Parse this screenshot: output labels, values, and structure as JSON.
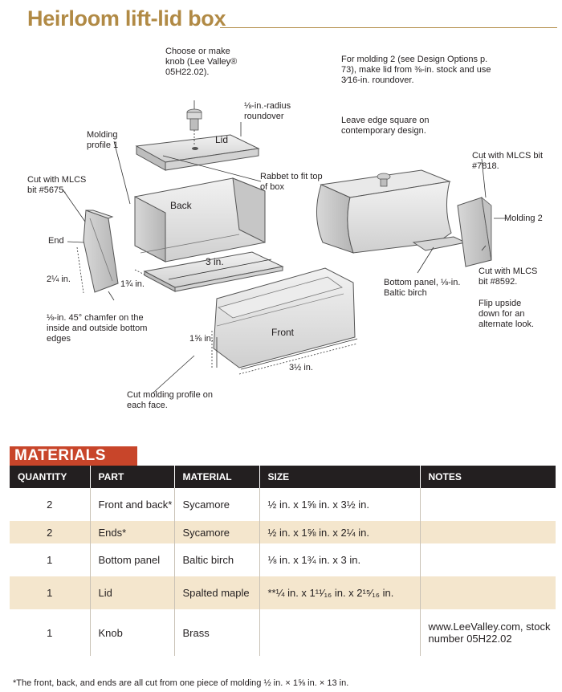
{
  "title": "Heirloom lift-lid box",
  "diagram": {
    "labels": {
      "knob": "Choose or make knob (Lee Valley® 05H22.02).",
      "roundover": "⅛-in.-radius roundover",
      "lid": "Lid",
      "molding_profile_1": "Molding profile 1",
      "rabbet": "Rabbet to fit top of box",
      "mlcs_5675": "Cut with MLCS bit #5675.",
      "back": "Back",
      "end": "End",
      "dim_2_1_4": "2¼ in.",
      "dim_1_3_4": "1¾ in.",
      "dim_3": "3 in.",
      "chamfer": "⅛-in. 45° chamfer on the inside and outside bottom edges",
      "dim_1_5_8": "1⅝ in.",
      "front": "Front",
      "dim_3_1_2": "3½ in.",
      "cut_profile": "Cut molding profile on each face.",
      "molding_2_note": "For molding 2 (see Design Options p. 73), make lid from ⅜-in. stock and use 3⁄16-in. roundover.",
      "edge_square": "Leave edge square on contemporary design.",
      "mlcs_7818": "Cut with MLCS bit #7818.",
      "molding_2": "Molding 2",
      "bottom_panel": "Bottom panel, ⅛-in. Baltic birch",
      "mlcs_8592": "Cut with MLCS bit #8592.",
      "flip": "Flip upside down for an alternate look."
    }
  },
  "materials": {
    "heading": "MATERIALS",
    "columns": [
      "QUANTITY",
      "PART",
      "MATERIAL",
      "SIZE",
      "NOTES"
    ],
    "rows": [
      {
        "quantity": "2",
        "part": "Front and back*",
        "material": "Sycamore",
        "size": "½ in. x 1⅝ in. x 3½ in.",
        "notes": ""
      },
      {
        "quantity": "2",
        "part": "Ends*",
        "material": "Sycamore",
        "size": "½ in. x 1⅝ in. x 2¼ in.",
        "notes": ""
      },
      {
        "quantity": "1",
        "part": "Bottom panel",
        "material": "Baltic birch",
        "size": "⅛ in. x 1¾ in. x 3 in.",
        "notes": ""
      },
      {
        "quantity": "1",
        "part": "Lid",
        "material": "Spalted maple",
        "size": "**¼ in. x 1¹¹⁄₁₆ in. x 2¹⁵⁄₁₆ in.",
        "notes": ""
      },
      {
        "quantity": "1",
        "part": "Knob",
        "material": "Brass",
        "size": "",
        "notes": "www.LeeValley.com, stock number 05H22.02"
      }
    ],
    "footnote": "*The front, back, and ends are all cut from one piece of molding ½ in. × 1⅝ in. × 13 in."
  },
  "colors": {
    "title": "#b18a45",
    "accent": "#c8452a",
    "header": "#231f20",
    "shade": "#f4e6cd"
  }
}
